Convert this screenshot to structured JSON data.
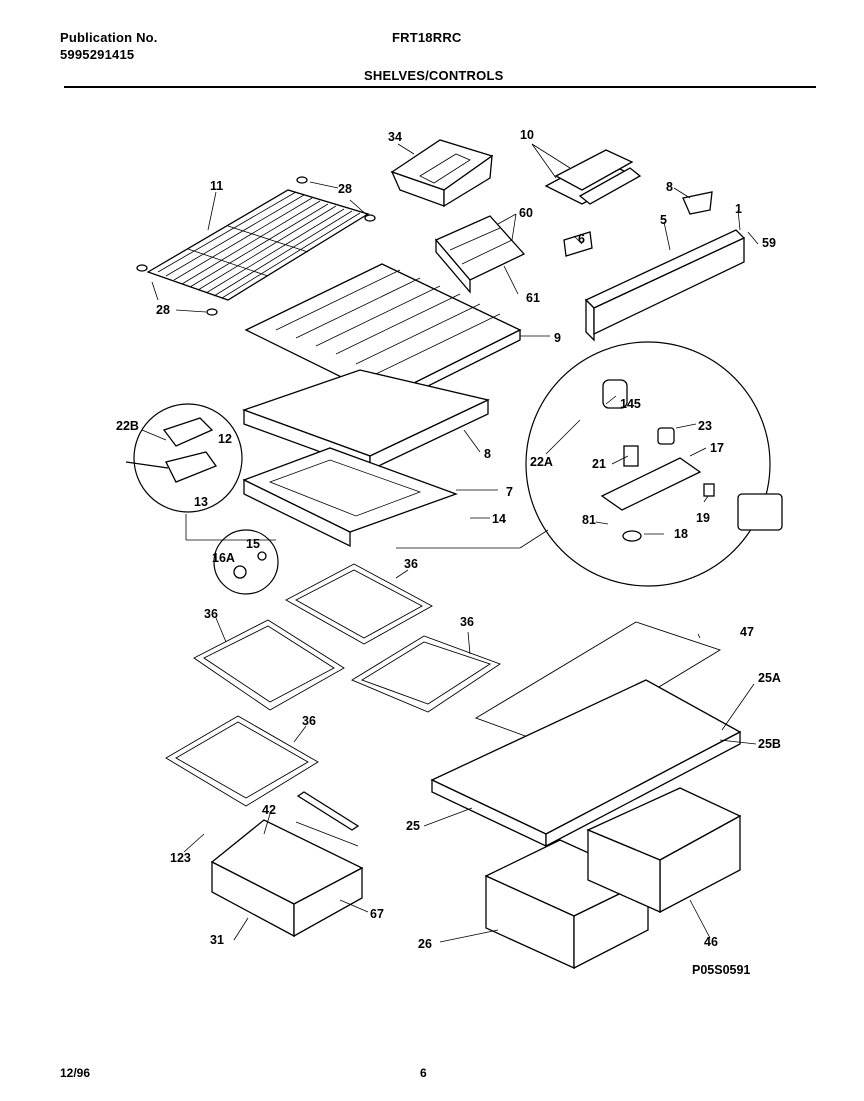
{
  "header": {
    "publication_label": "Publication No.",
    "publication_number": "5995291415",
    "model": "FRT18RRC",
    "section_title": "SHELVES/CONTROLS"
  },
  "footer": {
    "date": "12/96",
    "page": "6"
  },
  "diagram_code": "P05S0591",
  "part_labels": [
    "34",
    "10",
    "11",
    "28",
    "60",
    "8",
    "1",
    "59",
    "5",
    "6",
    "61",
    "28",
    "9",
    "22B",
    "12",
    "8",
    "145",
    "23",
    "22A",
    "21",
    "17",
    "7",
    "13",
    "14",
    "19",
    "81",
    "18",
    "15",
    "16A",
    "36",
    "36",
    "36",
    "47",
    "25A",
    "36",
    "25B",
    "42",
    "25",
    "123",
    "67",
    "31",
    "26",
    "46"
  ]
}
